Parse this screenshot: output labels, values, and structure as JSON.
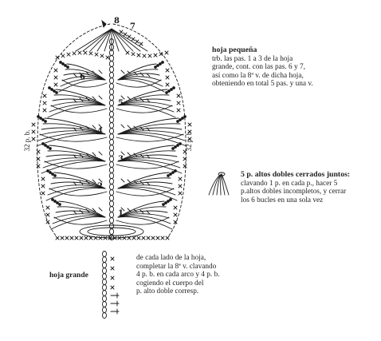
{
  "diagram": {
    "rows": [
      "1",
      "2",
      "3",
      "4",
      "5",
      "6",
      "7",
      "8"
    ],
    "side_left": "32 p. b.",
    "side_right": "32 p. b."
  },
  "notes": {
    "small_leaf": {
      "title": "hoja pequeña",
      "lines": [
        "trb. las pas. 1 a 3 de la hoja",
        "grande, cont. con las pas. 6 y 7,",
        "así como la 8ª v. de dicha hoja,",
        "obteniendo en total 5 pas. y una v."
      ]
    },
    "bobble": {
      "title": "5 p. altos dobles cerrados juntos:",
      "lines": [
        "clavando 1 p. en cada p., hacer 5",
        "p.altos dobles incompletos, y cerrar",
        "los 6 bucles en una sola vez"
      ]
    },
    "stem": {
      "lines": [
        "de cada lado de la hoja,",
        "completar la 8ª v. clavando",
        "4 p. b. en cada arco y 4 p. b.",
        "cogiendo el cuerpo del",
        "p. alto doble corresp."
      ]
    },
    "large_leaf_label": "hoja grande"
  },
  "colors": {
    "ink": "#1a1a1a",
    "background": "#ffffff"
  }
}
